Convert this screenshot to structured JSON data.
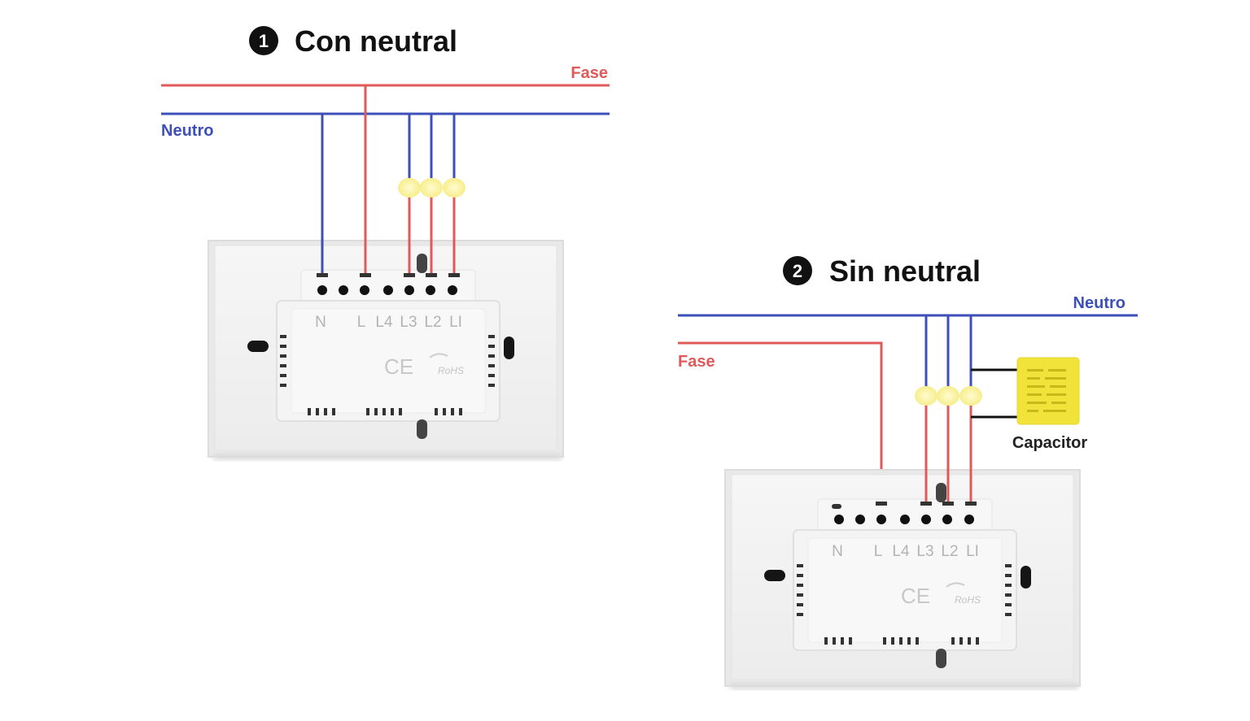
{
  "diagram1": {
    "number": "1",
    "title": "Con neutral",
    "phase_label": "Fase",
    "neutral_label": "Neutro",
    "terminals": [
      "N",
      "L",
      "L4",
      "L3",
      "L2",
      "LI"
    ],
    "cert_mark": "CE",
    "rohs_mark": "RoHS"
  },
  "diagram2": {
    "number": "2",
    "title": "Sin neutral",
    "phase_label": "Fase",
    "neutral_label": "Neutro",
    "capacitor_label": "Capacitor",
    "terminals": [
      "N",
      "L",
      "L4",
      "L3",
      "L2",
      "LI"
    ],
    "cert_mark": "CE",
    "rohs_mark": "RoHS"
  },
  "colors": {
    "phase": "#e05a5a",
    "neutral": "#3d4fb8",
    "lamp": "#fbf3a0",
    "capacitor": "#f2e33a",
    "panel": "#f1f1f1"
  }
}
